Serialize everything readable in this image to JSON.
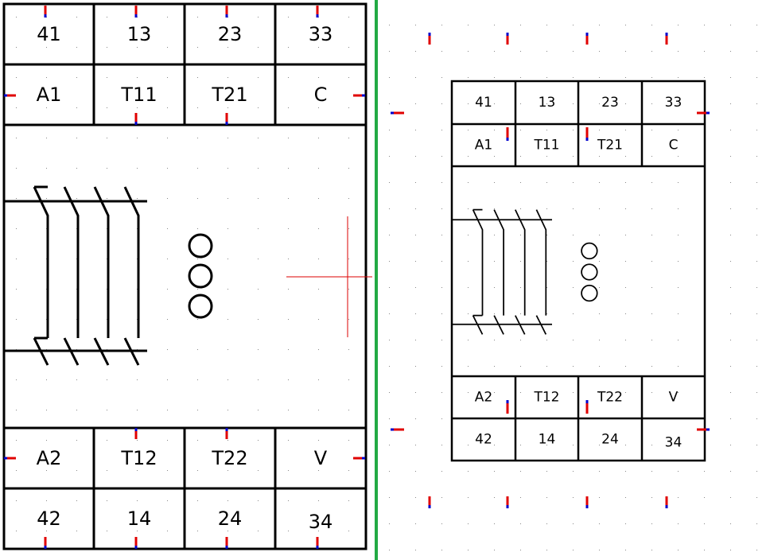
{
  "large_symbol": {
    "top_row": [
      "41",
      "13",
      "23",
      "33"
    ],
    "second_row": [
      "A1",
      "T11",
      "T21",
      "C"
    ],
    "fourth_row": [
      "A2",
      "T12",
      "T22",
      "V"
    ],
    "bottom_row": [
      "42",
      "14",
      "24",
      "34"
    ]
  },
  "small_symbol": {
    "top_row": [
      "41",
      "13",
      "23",
      "33"
    ],
    "second_row": [
      "A1",
      "T11",
      "T21",
      "C"
    ],
    "fourth_row": [
      "A2",
      "T12",
      "T22",
      "V"
    ],
    "bottom_row": [
      "42",
      "14",
      "24",
      "34"
    ]
  },
  "colors": {
    "terminal": "#e00000",
    "terminal_end": "#0000cc",
    "separator": "#22aa44",
    "crosshair": "#dd0000",
    "grid_dot": "#888888"
  }
}
